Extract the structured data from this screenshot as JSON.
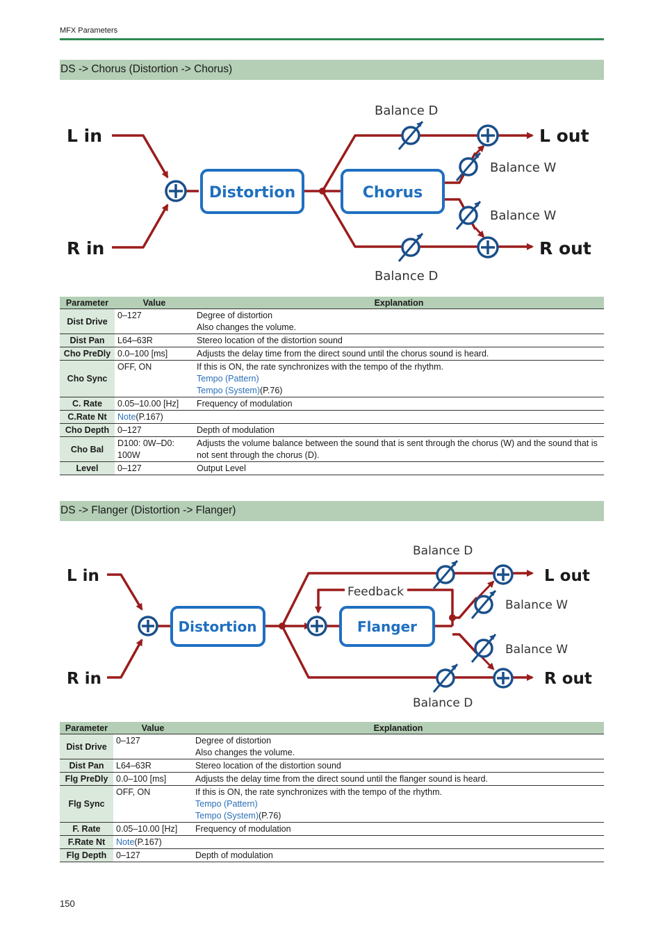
{
  "header": {
    "running_title": "MFX Parameters"
  },
  "sections": [
    {
      "title": "DS -> Chorus (Distortion -> Chorus)",
      "diagram": {
        "input_left": "L in",
        "input_right": "R in",
        "block1": "Distortion",
        "block2": "Chorus",
        "out_left": "L out",
        "out_right": "R out",
        "balance_d_top": "Balance D",
        "balance_w_top": "Balance W",
        "balance_w_bottom": "Balance W",
        "balance_d_bottom": "Balance D"
      },
      "table": {
        "headers": [
          "Parameter",
          "Value",
          "Explanation"
        ],
        "rows": [
          {
            "param": "Dist Drive",
            "value": "0–127",
            "lines": [
              "Degree of distortion",
              "Also changes the volume."
            ]
          },
          {
            "param": "Dist Pan",
            "value": "L64–63R",
            "lines": [
              "Stereo location of the distortion sound"
            ]
          },
          {
            "param": "Cho PreDly",
            "value": "0.0–100 [ms]",
            "lines": [
              "Adjusts the delay time from the direct sound until the chorus sound is heard."
            ]
          },
          {
            "param": "Cho Sync",
            "value": "OFF, ON",
            "lines": [
              "If this is ON, the rate synchronizes with the tempo of the rhythm."
            ],
            "link1": "Tempo (Pattern)",
            "link2": "Tempo (System)",
            "link2_ref": "(P.76)"
          },
          {
            "param": "C. Rate",
            "value": "0.05–10.00 [Hz]",
            "lines": [
              "Frequency of modulation"
            ]
          },
          {
            "param": "C.Rate Nt",
            "value_link": "Note",
            "value_ref": "(P.167)"
          },
          {
            "param": "Cho Depth",
            "value": "0–127",
            "lines": [
              "Depth of modulation"
            ]
          },
          {
            "param": "Cho Bal",
            "value": "D100: 0W–D0: 100W",
            "lines": [
              "Adjusts the volume balance between the sound that is sent through the chorus (W) and the sound that is not sent through the chorus (D)."
            ]
          },
          {
            "param": "Level",
            "value": "0–127",
            "lines": [
              "Output Level"
            ]
          }
        ]
      }
    },
    {
      "title": "DS -> Flanger (Distortion -> Flanger)",
      "diagram": {
        "input_left": "L in",
        "input_right": "R in",
        "block1": "Distortion",
        "block2": "Flanger",
        "feedback": "Feedback",
        "out_left": "L out",
        "out_right": "R out",
        "balance_d_top": "Balance D",
        "balance_w_top": "Balance W",
        "balance_w_bottom": "Balance W",
        "balance_d_bottom": "Balance D"
      },
      "table": {
        "headers": [
          "Parameter",
          "Value",
          "Explanation"
        ],
        "rows": [
          {
            "param": "Dist Drive",
            "value": "0–127",
            "lines": [
              "Degree of distortion",
              "Also changes the volume."
            ]
          },
          {
            "param": "Dist Pan",
            "value": "L64–63R",
            "lines": [
              "Stereo location of the distortion sound"
            ]
          },
          {
            "param": "Flg PreDly",
            "value": "0.0–100 [ms]",
            "lines": [
              "Adjusts the delay time from the direct sound until the flanger sound is heard."
            ]
          },
          {
            "param": "Flg Sync",
            "value": "OFF, ON",
            "lines": [
              "If this is ON, the rate synchronizes with the tempo of the rhythm."
            ],
            "link1": "Tempo (Pattern)",
            "link2": "Tempo (System)",
            "link2_ref": "(P.76)"
          },
          {
            "param": "F. Rate",
            "value": "0.05–10.00 [Hz]",
            "lines": [
              "Frequency of modulation"
            ]
          },
          {
            "param": "F.Rate Nt",
            "value_link": "Note",
            "value_ref": "(P.167)"
          },
          {
            "param": "Flg Depth",
            "value": "0–127",
            "lines": [
              "Depth of modulation"
            ]
          }
        ]
      }
    }
  ],
  "footer": {
    "page_number": "150"
  },
  "colors": {
    "section_bar": "#b4cfb6",
    "param_cell": "#dbe9dc",
    "signal_line": "#9b1c1c",
    "block_blue": "#1f6fc0",
    "knob_blue": "#1a4f8a",
    "link": "#2a6fb8",
    "rule": "#2f8a52"
  }
}
